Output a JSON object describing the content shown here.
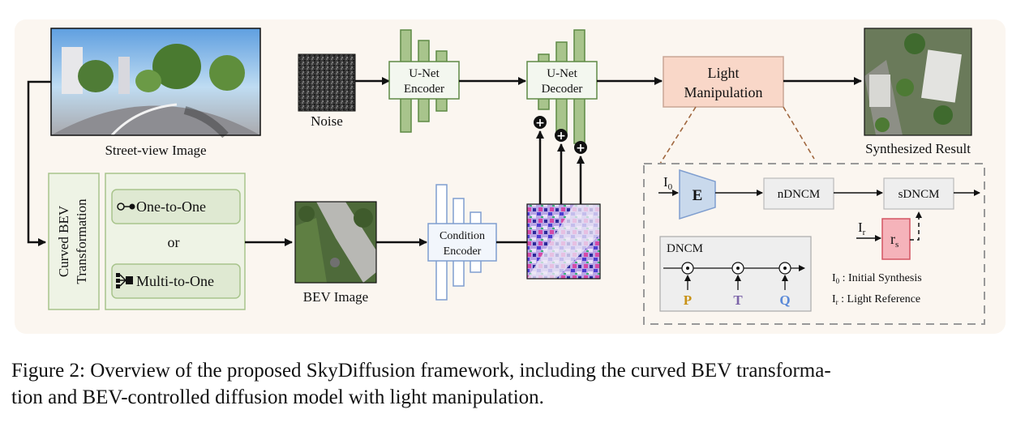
{
  "diagram": {
    "street_view_label": "Street-view Image",
    "noise_label": "Noise",
    "unet_encoder": [
      "U-Net",
      "Encoder"
    ],
    "unet_decoder": [
      "U-Net",
      "Decoder"
    ],
    "light_manipulation": [
      "Light",
      "Manipulation"
    ],
    "synthesized_label": "Synthesized Result",
    "curved_bev": [
      "Curved BEV",
      "Transformation"
    ],
    "one_to_one": "One-to-One",
    "or_label": "or",
    "multi_to_one": "Multi-to-One",
    "bev_image_label": "BEV Image",
    "condition_encoder": [
      "Condition",
      "Encoder"
    ],
    "plus_symbol": "+",
    "light_detail": {
      "i0": "I",
      "i0_sub": "0",
      "e_block": "E",
      "ndncm": "nDNCM",
      "sdncm": "sDNCM",
      "ir": "I",
      "ir_sub": "r",
      "rs": "r",
      "rs_sub": "s",
      "dncm_title": "DNCM",
      "dot_symbol": "⊙",
      "p_label": "P",
      "t_label": "T",
      "q_label": "Q",
      "legend_i0_text": " : Initial Synthesis",
      "legend_ir_text": " : Light Reference"
    }
  },
  "colors": {
    "green_fill": "#a8c48c",
    "green_stroke": "#5e8a45",
    "blue_stroke": "#7f9ecf",
    "salmon_fill": "#f9d7c8",
    "pink_fill": "#f5b3ba",
    "pink_stroke": "#d45562",
    "e_block_fill": "#c9d9ec",
    "p_color": "#c89216",
    "t_color": "#7b63a8",
    "q_color": "#5b8ad8"
  },
  "caption": {
    "line1": "Figure 2: Overview of the proposed SkyDiffusion framework, including the curved BEV transforma-",
    "line2": "tion and BEV-controlled diffusion model with light manipulation."
  }
}
